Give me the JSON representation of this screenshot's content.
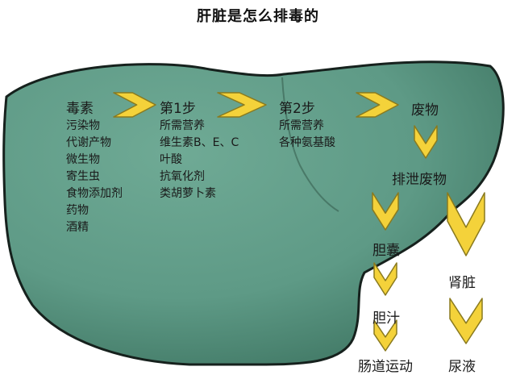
{
  "title": "肝脏是怎么排毒的",
  "toxins": {
    "heading": "毒素",
    "items": [
      "污染物",
      "代谢产物",
      "微生物",
      "寄生虫",
      "食物添加剂",
      "药物",
      "酒精"
    ]
  },
  "step1": {
    "heading": "第1步",
    "items": [
      "所需营养",
      "维生素B、E、C",
      "叶酸",
      "抗氧化剂",
      "类胡萝卜素"
    ]
  },
  "step2": {
    "heading": "第2步",
    "items": [
      "所需营养",
      "各种氨基酸"
    ]
  },
  "flow": {
    "waste": "废物",
    "excrete_waste": "排泄废物",
    "gallbladder": "胆囊",
    "bile": "胆汁",
    "bowel_movement": "肠道运动",
    "kidney": "肾脏",
    "urine": "尿液"
  },
  "colors": {
    "liver_fill": "#5e9a86",
    "liver_outline": "#16211d",
    "arrow_fill": "#f4d23a",
    "arrow_outline": "#8a7a1e"
  }
}
